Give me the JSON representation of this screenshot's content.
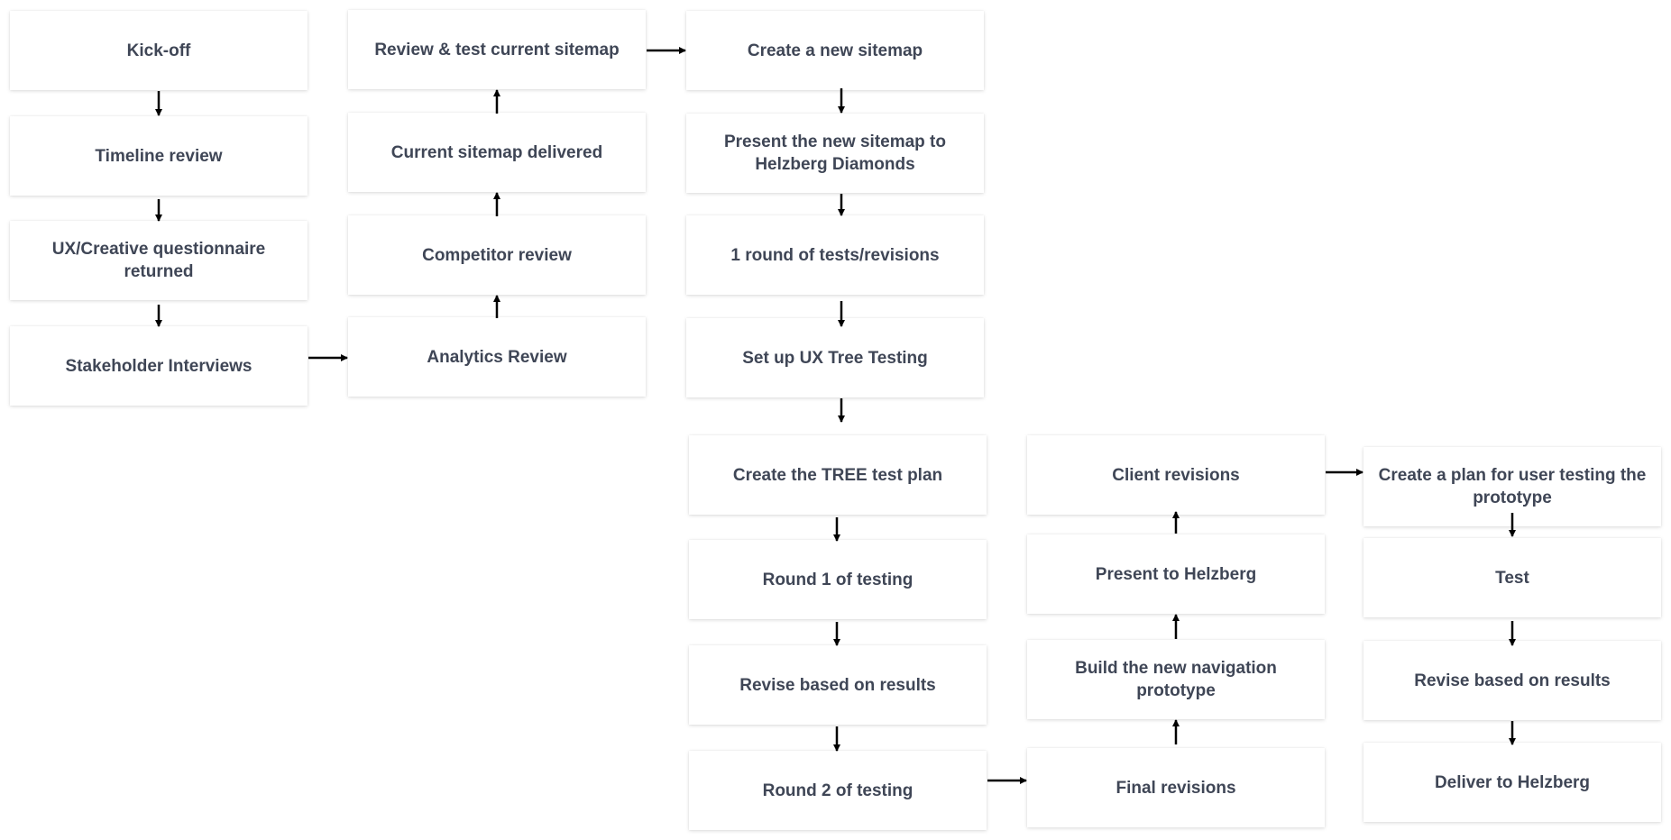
{
  "nodes": [
    {
      "id": "kickoff",
      "label": "Kick-off"
    },
    {
      "id": "timeline",
      "label": "Timeline review"
    },
    {
      "id": "questionnaire",
      "label": "UX/Creative questionnaire returned"
    },
    {
      "id": "stakeholder",
      "label": "Stakeholder Interviews"
    },
    {
      "id": "review-test",
      "label": "Review & test current sitemap"
    },
    {
      "id": "current-sitemap",
      "label": "Current sitemap delivered"
    },
    {
      "id": "competitor",
      "label": "Competitor review"
    },
    {
      "id": "analytics",
      "label": "Analytics Review"
    },
    {
      "id": "create-sitemap",
      "label": "Create a new sitemap"
    },
    {
      "id": "present-sitemap",
      "label": "Present the new sitemap to Helzberg Diamonds"
    },
    {
      "id": "round-tests",
      "label": "1 round of tests/revisions"
    },
    {
      "id": "setup-tree",
      "label": "Set up UX Tree Testing"
    },
    {
      "id": "tree-plan",
      "label": "Create the TREE test plan"
    },
    {
      "id": "round1",
      "label": "Round 1 of testing"
    },
    {
      "id": "revise1",
      "label": "Revise based on results"
    },
    {
      "id": "round2",
      "label": "Round 2 of testing"
    },
    {
      "id": "client-revisions",
      "label": "Client revisions"
    },
    {
      "id": "present-helzberg",
      "label": "Present to Helzberg"
    },
    {
      "id": "build-prototype",
      "label": "Build the new navigation prototype"
    },
    {
      "id": "final-revisions",
      "label": "Final revisions"
    },
    {
      "id": "plan-user-testing",
      "label": "Create a plan for user testing the prototype"
    },
    {
      "id": "test",
      "label": "Test"
    },
    {
      "id": "revise2",
      "label": "Revise based on results"
    },
    {
      "id": "deliver",
      "label": "Deliver to Helzberg"
    }
  ],
  "edges": [
    {
      "from": "kickoff",
      "to": "timeline"
    },
    {
      "from": "timeline",
      "to": "questionnaire"
    },
    {
      "from": "questionnaire",
      "to": "stakeholder"
    },
    {
      "from": "stakeholder",
      "to": "analytics"
    },
    {
      "from": "analytics",
      "to": "competitor"
    },
    {
      "from": "competitor",
      "to": "current-sitemap"
    },
    {
      "from": "current-sitemap",
      "to": "review-test"
    },
    {
      "from": "review-test",
      "to": "create-sitemap"
    },
    {
      "from": "create-sitemap",
      "to": "present-sitemap"
    },
    {
      "from": "present-sitemap",
      "to": "round-tests"
    },
    {
      "from": "round-tests",
      "to": "setup-tree"
    },
    {
      "from": "setup-tree",
      "to": "tree-plan"
    },
    {
      "from": "tree-plan",
      "to": "round1"
    },
    {
      "from": "round1",
      "to": "revise1"
    },
    {
      "from": "revise1",
      "to": "round2"
    },
    {
      "from": "round2",
      "to": "final-revisions"
    },
    {
      "from": "final-revisions",
      "to": "build-prototype"
    },
    {
      "from": "build-prototype",
      "to": "present-helzberg"
    },
    {
      "from": "present-helzberg",
      "to": "client-revisions"
    },
    {
      "from": "client-revisions",
      "to": "plan-user-testing"
    },
    {
      "from": "plan-user-testing",
      "to": "test"
    },
    {
      "from": "test",
      "to": "revise2"
    },
    {
      "from": "revise2",
      "to": "deliver"
    }
  ],
  "colors": {
    "text": "#3f4656",
    "arrow": "#000000",
    "box": "#ffffff"
  }
}
